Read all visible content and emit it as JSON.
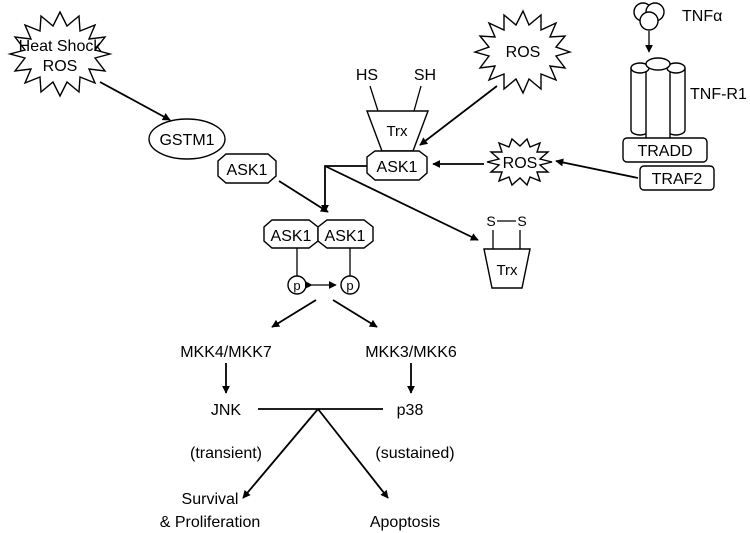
{
  "diagram": {
    "stress_top_left": [
      "Heat Shock",
      "ROS"
    ],
    "ros_top": "ROS",
    "ros_mid": "ROS",
    "gstm1": "GSTM1",
    "ask1": "ASK1",
    "trx": "Trx",
    "hs": "HS",
    "sh": "SH",
    "ss_s": "S",
    "tnf_alpha": "TNFα",
    "tnf_r1": "TNF-R1",
    "tradd": "TRADD",
    "traf2": "TRAF2",
    "phospho": "p",
    "mkk47": "MKK4/MKK7",
    "mkk36": "MKK3/MKK6",
    "jnk": "JNK",
    "p38": "p38",
    "transient": "(transient)",
    "sustained": "(sustained)",
    "survival": [
      "Survival",
      "& Proliferation"
    ],
    "apoptosis": "Apoptosis"
  }
}
